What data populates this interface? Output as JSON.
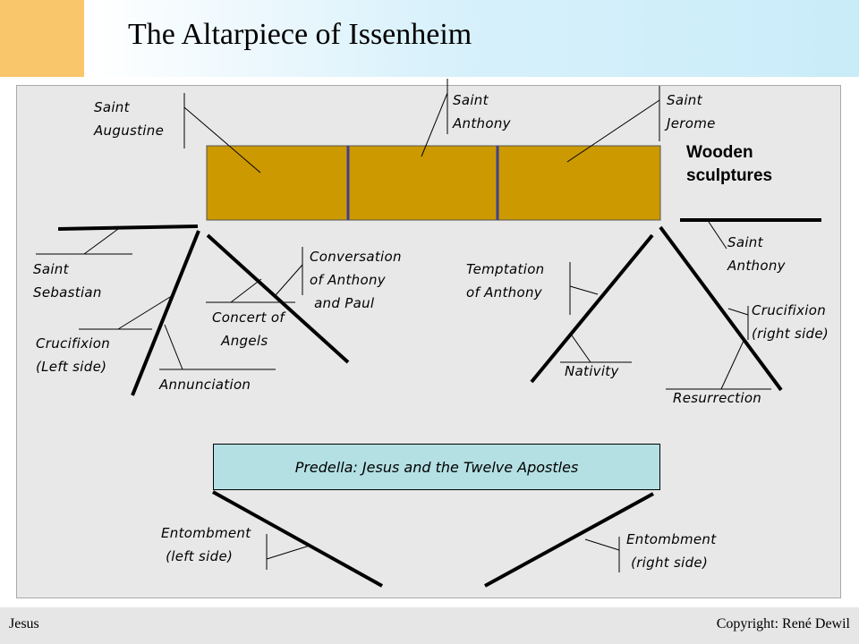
{
  "header": {
    "title": "The Altarpiece of Issenheim"
  },
  "diagram": {
    "labels": {
      "saint_augustine": "Saint\nAugustine",
      "saint_anthony_top": "Saint\nAnthony",
      "saint_jerome": "Saint\nJerome",
      "wooden_sculptures": "Wooden\nsculptures",
      "saint_sebastian": "Saint\nSebastian",
      "conversation": "Conversation\nof Anthony\n and Paul",
      "concert": "Concert of\n  Angels",
      "crucifixion_left": "Crucifixion\n(Left side)",
      "annunciation": "Annunciation",
      "temptation": "Temptation\nof Anthony",
      "saint_anthony_right": "Saint\nAnthony",
      "crucifixion_right": "Crucifixion\n(right side)",
      "nativity": "Nativity",
      "resurrection": "Resurrection",
      "predella": "Predella: Jesus and the Twelve Apostles",
      "entombment_left": "Entombment\n (left side)",
      "entombment_right": "Entombment\n (right side)"
    },
    "colors": {
      "sculpture_box": "#cc9900",
      "sculpture_divider": "#3f3f8f",
      "predella_fill": "#b4e0e4",
      "panel_bg": "#e8e8e8"
    }
  },
  "footer": {
    "left": "Jesus",
    "right": "Copyright: René Dewil"
  }
}
